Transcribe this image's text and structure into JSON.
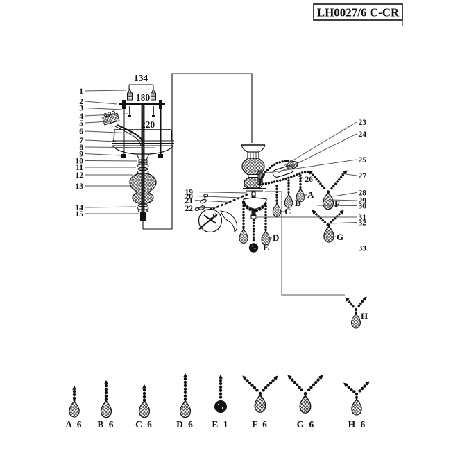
{
  "title": "LH0027/6 C-CR",
  "dimensions": {
    "mount_hole_spacing": "134",
    "bracket_width": "180",
    "canopy_diameter": "220"
  },
  "callouts": {
    "left": [
      "1",
      "2",
      "3",
      "4",
      "5",
      "6",
      "7",
      "8",
      "9",
      "10",
      "11",
      "12",
      "13",
      "14",
      "15"
    ],
    "middle": [
      "19",
      "20",
      "21",
      "22"
    ],
    "right": [
      "23",
      "24",
      "25",
      "26",
      "27",
      "28",
      "29",
      "30",
      "31",
      "32",
      "33"
    ]
  },
  "part_letters": [
    "A",
    "B",
    "C",
    "D",
    "E",
    "F",
    "G",
    "H"
  ],
  "legend": {
    "items": [
      {
        "letter": "A",
        "qty": "6",
        "label": "A 6"
      },
      {
        "letter": "B",
        "qty": "6",
        "label": "B 6"
      },
      {
        "letter": "C",
        "qty": "6",
        "label": "C 6"
      },
      {
        "letter": "D",
        "qty": "6",
        "label": "D 6"
      },
      {
        "letter": "E",
        "qty": "1",
        "label": "E 1"
      },
      {
        "letter": "F",
        "qty": "6",
        "label": "F 6"
      },
      {
        "letter": "G",
        "qty": "6",
        "label": "G 6"
      },
      {
        "letter": "H",
        "qty": "6",
        "label": "H 6"
      }
    ]
  }
}
